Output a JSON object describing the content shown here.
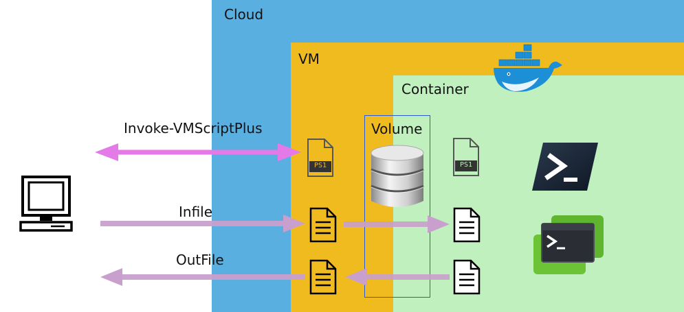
{
  "zones": {
    "cloud": {
      "label": "Cloud",
      "color": "#5aafe1"
    },
    "vm": {
      "label": "VM",
      "color": "#f0bb1e"
    },
    "container": {
      "label": "Container",
      "color": "#bff0bd"
    },
    "volume": {
      "label": "Volume",
      "border_color": "#2a5bd7"
    }
  },
  "arrows": {
    "invoke": {
      "label": "Invoke-VMScriptPlus",
      "color": "#e37ae8"
    },
    "infile": {
      "label": "Infile",
      "color": "#c9a0cd"
    },
    "outfile": {
      "label": "OutFile",
      "color": "#c9a0cd"
    }
  },
  "files": {
    "ps1_vm": {
      "tag": "PS1"
    },
    "ps1_container": {
      "tag": "PS1"
    }
  },
  "icons": {
    "computer": "monitor-icon",
    "docker": "docker-whale-icon",
    "database": "database-icon",
    "powershell": "powershell-icon",
    "powercli": "powercli-icon",
    "file": "document-icon"
  }
}
